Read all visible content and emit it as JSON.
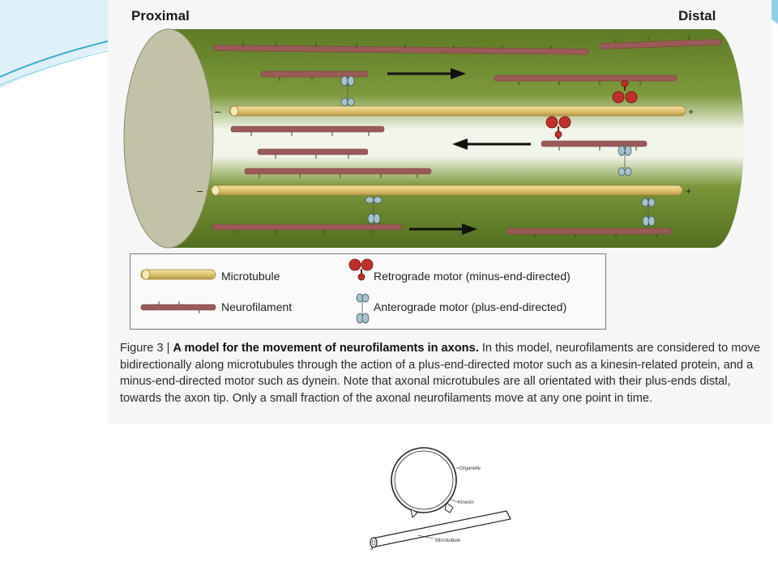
{
  "diagram": {
    "header_left": "Proximal",
    "header_right": "Distal",
    "minus_sign": "–",
    "plus_sign": "+",
    "legend": {
      "microtubule": "Microtubule",
      "neurofilament": "Neurofilament",
      "retrograde": "Retrograde motor (minus-end-directed)",
      "anterograde": "Anterograde motor (plus-end-directed)"
    },
    "caption": {
      "label": "Figure 3 | ",
      "title": "A model for the movement of neurofilaments in axons.",
      "body": " In this model, neurofilaments are considered to move bidirectionally along microtubules through the action of a plus-end-directed motor such as a kinesin-related protein, and a minus-end-directed motor such as dynein. Note that axonal microtubules are all orientated with their plus-ends distal, towards the axon tip. Only a small fraction of the axonal neurofilaments move at any one point in time."
    }
  },
  "inset": {
    "organelle": "Organelle",
    "kinesin": "Kinesin",
    "microtubule": "Microtubule",
    "corner": "a"
  },
  "colors": {
    "axon": "#5f7a2a",
    "microtubule": "#e3c978",
    "neurofilament": "#9a5a58",
    "retrograde_motor": "#c0302a",
    "anterograde_motor": "#9fb8c0"
  }
}
